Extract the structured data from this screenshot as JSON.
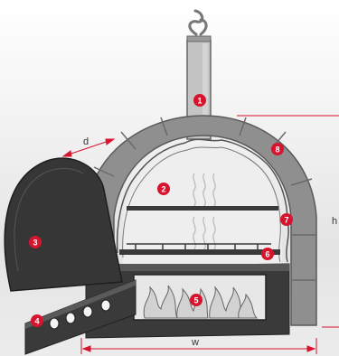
{
  "callouts": [
    {
      "id": 1,
      "label": "1"
    },
    {
      "id": 2,
      "label": "2"
    },
    {
      "id": 3,
      "label": "3"
    },
    {
      "id": 4,
      "label": "4"
    },
    {
      "id": 5,
      "label": "5"
    },
    {
      "id": 6,
      "label": "6"
    },
    {
      "id": 7,
      "label": "7"
    },
    {
      "id": 8,
      "label": "8"
    }
  ],
  "dimensions": {
    "depth": "d",
    "height": "h",
    "width": "w"
  },
  "colors": {
    "callout": "#d7142e",
    "dimension_line": "#d7142e",
    "brick": "#8e8e8e",
    "dark_metal": "#3a3a3a",
    "chimney": "#bcbcbc",
    "dome_interior": "#ececec"
  }
}
